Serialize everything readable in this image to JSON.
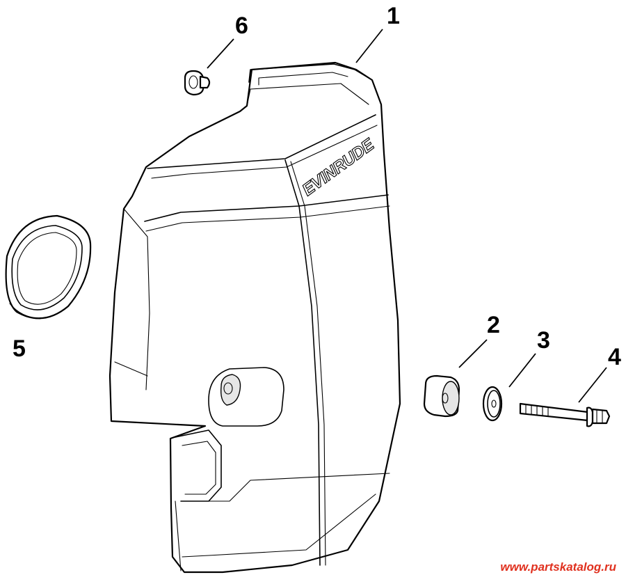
{
  "brand_text": "EVINRUDE",
  "callouts": {
    "c1": "1",
    "c2": "2",
    "c3": "3",
    "c4": "4",
    "c5": "5",
    "c6": "6"
  },
  "watermark": "www.partskatalog.ru",
  "colors": {
    "line": "#000000",
    "background": "#ffffff",
    "watermark": "#e0301e"
  }
}
